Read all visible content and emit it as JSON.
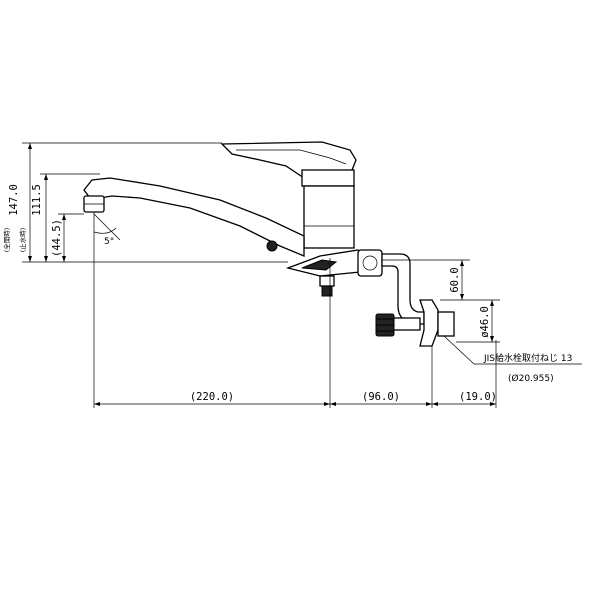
{
  "dimensions": {
    "total_height": "147.0",
    "spout_height": "111.5",
    "spout_outlet_height": "(44.5)",
    "spout_reach": "(220.0)",
    "body_to_pipe": "(96.0)",
    "pipe_to_end": "(19.0)",
    "elbow_drop": "60.0",
    "nut_diameter": "ø46.0",
    "swivel_angle": "5°"
  },
  "labels": {
    "total_height_note": "(全開時)",
    "spout_height_note": "(止水時)"
  },
  "callout": {
    "line1": "JIS給水栓取付ねじ 13",
    "line2": "(Ø20.955)"
  }
}
